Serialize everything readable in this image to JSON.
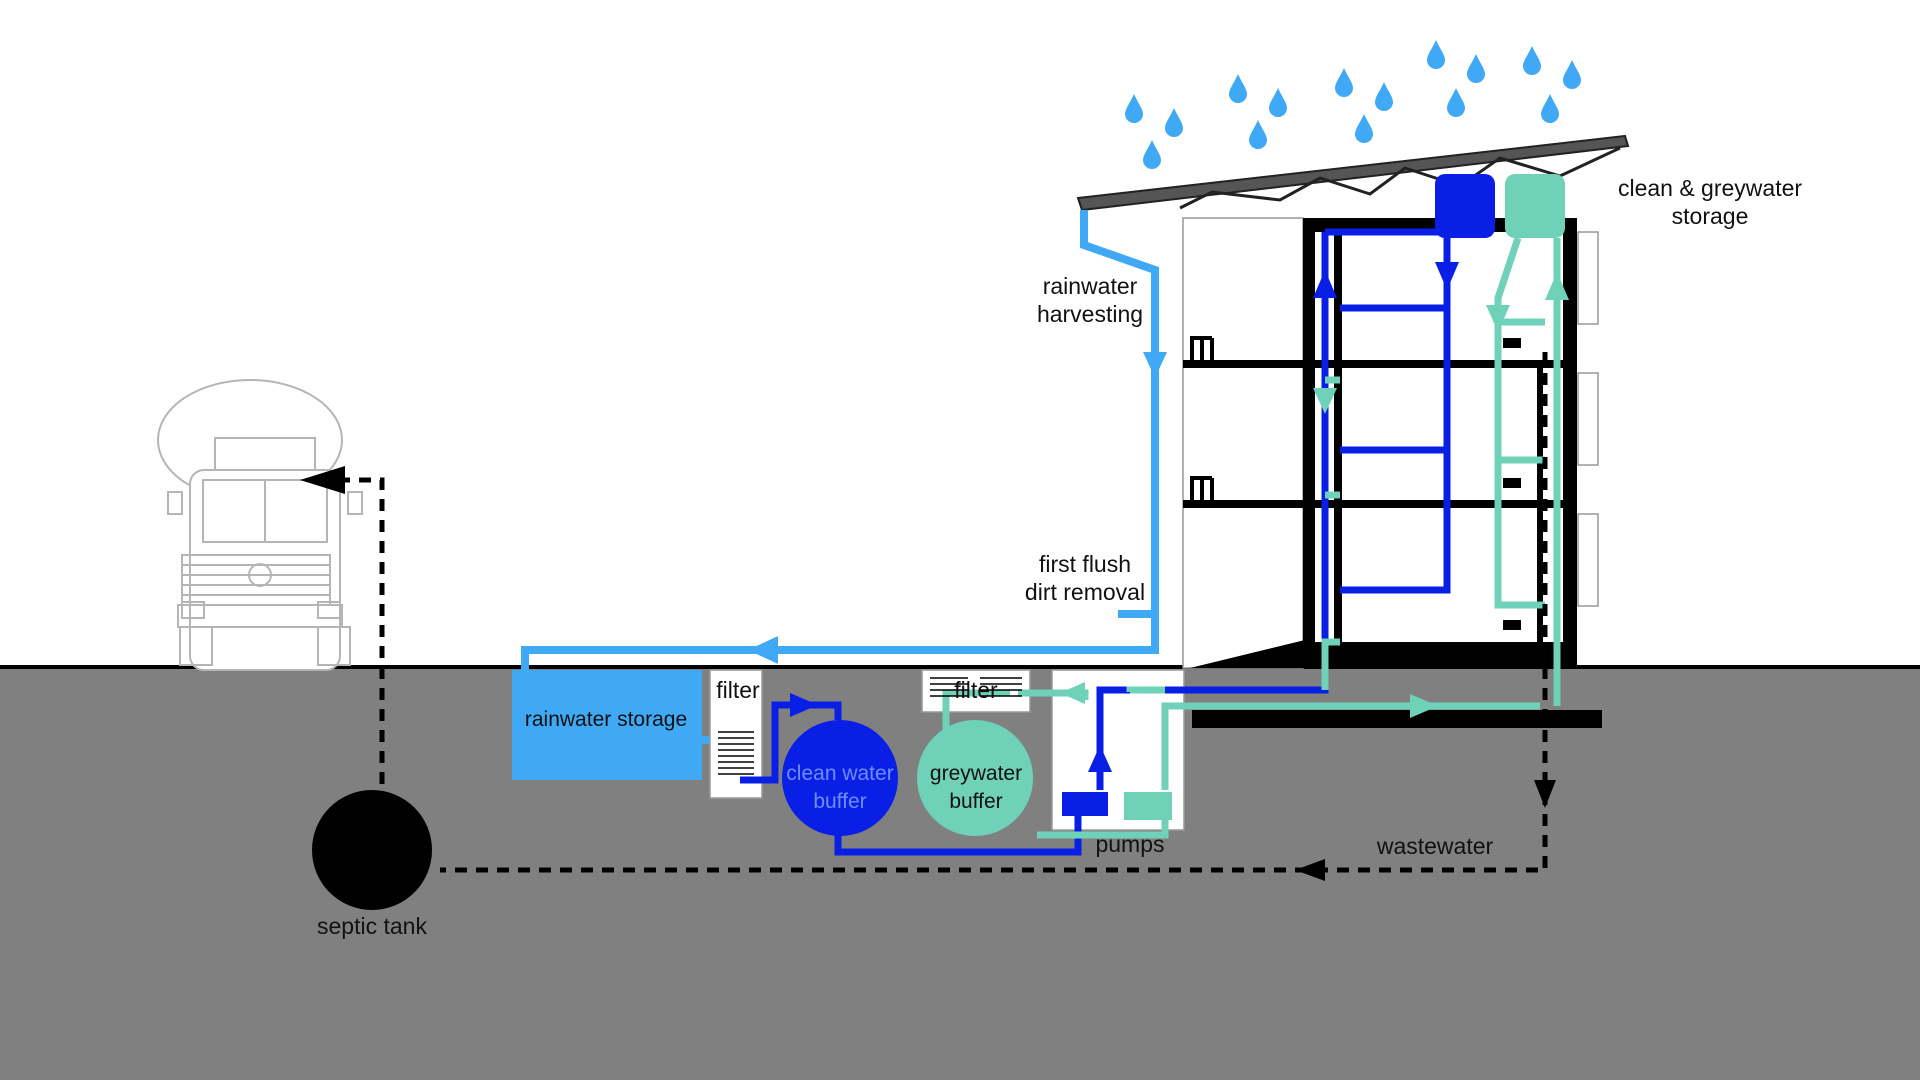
{
  "labels": {
    "rainwater_harvesting_1": "rainwater",
    "rainwater_harvesting_2": "harvesting",
    "first_flush_1": "first flush",
    "first_flush_2": "dirt removal",
    "storage_1": "clean & greywater",
    "storage_2": "storage",
    "rainwater_storage": "rainwater storage",
    "filter_left": "filter",
    "filter_right": "filter",
    "clean_buffer_1": "clean water",
    "clean_buffer_2": "buffer",
    "grey_buffer_1": "greywater",
    "grey_buffer_2": "buffer",
    "pumps": "pumps",
    "wastewater": "wastewater",
    "septic_tank": "septic tank"
  },
  "colors": {
    "ground": "#808080",
    "rainwater": "#3fa9f5",
    "clean_water": "#0a1fe6",
    "greywater": "#6fd1b8",
    "wastewater": "#000000",
    "building": "#000000",
    "truck_outline": "#b5b5b5"
  }
}
